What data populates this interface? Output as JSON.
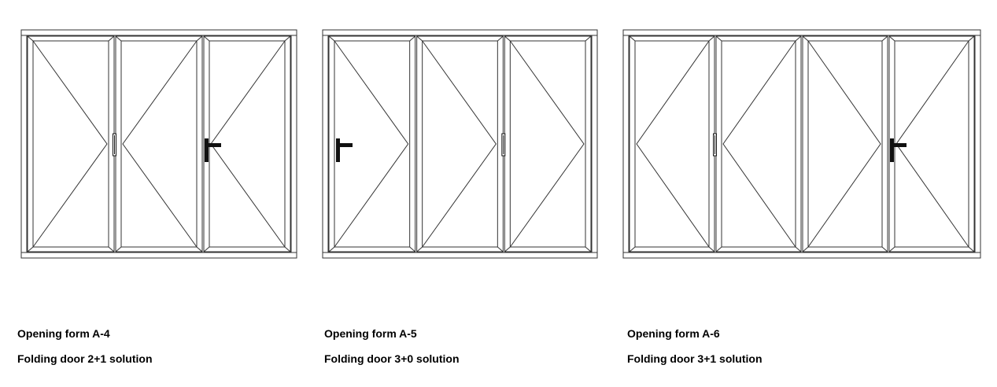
{
  "doors": [
    {
      "title": "Opening form A-4",
      "subtitle": "Folding door 2+1 solution",
      "panels": [
        "right",
        "left",
        "left"
      ],
      "handle_panel": 2,
      "hinge_joints": [
        1
      ]
    },
    {
      "title": "Opening form A-5",
      "subtitle": "Folding door 3+0 solution",
      "panels": [
        "right",
        "right",
        "right"
      ],
      "handle_panel": 0,
      "hinge_joints": [
        2
      ]
    },
    {
      "title": "Opening form A-6",
      "subtitle": "Folding door 3+1 solution",
      "panels": [
        "left",
        "left",
        "right",
        "left"
      ],
      "handle_panel": 3,
      "hinge_joints": [
        1
      ]
    }
  ],
  "colors": {
    "line": "#333333",
    "handle": "#111111",
    "background": "#ffffff"
  }
}
